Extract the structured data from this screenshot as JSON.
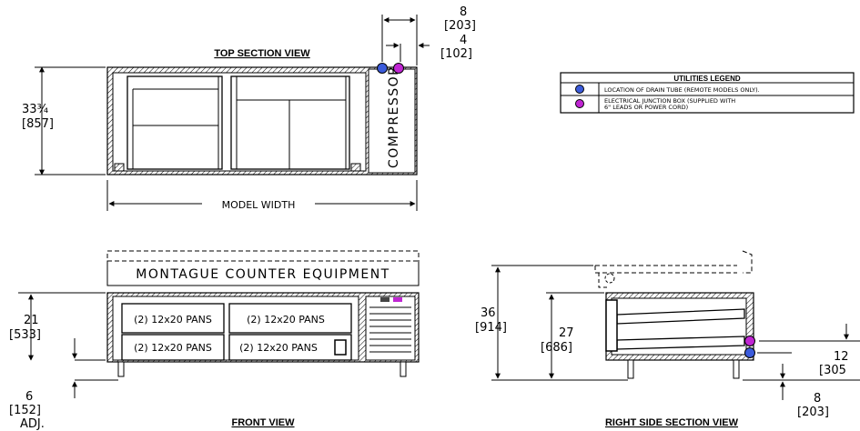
{
  "top_view": {
    "title": "TOP SECTION VIEW",
    "compressor_label": "COMPRESSOR",
    "model_width_label": "MODEL WIDTH",
    "depth_in": "33¾",
    "depth_mm": "[857]",
    "offset_a_in": "8",
    "offset_a_mm": "[203]",
    "offset_b_in": "4",
    "offset_b_mm": "[102]"
  },
  "legend": {
    "title": "UTILITIES LEGEND",
    "items": [
      {
        "icon": "drain-tube-icon",
        "text": "LOCATION OF DRAIN TUBE (REMOTE MODELS ONLY).",
        "color": "#3b5bdb"
      },
      {
        "icon": "junction-box-icon",
        "text_line1": "ELECTRICAL JUNCTION BOX (SUPPLIED WITH",
        "text_line2": "6\" LEADS OR POWER CORD)",
        "color": "#c026d3"
      }
    ]
  },
  "front_view": {
    "title": "FRONT VIEW",
    "top_label": "MONTAGUE COUNTER EQUIPMENT",
    "drawers": [
      "(2) 12x20 PANS",
      "(2) 12x20 PANS",
      "(2) 12x20 PANS",
      "(2) 12x20 PANS"
    ],
    "height_in": "21",
    "height_mm": "[533]",
    "leg_in": "6",
    "leg_mm": "[152]",
    "leg_note": "ADJ."
  },
  "side_view": {
    "title": "RIGHT SIDE SECTION VIEW",
    "overall_in": "36",
    "overall_mm": "[914]",
    "body_in": "27",
    "body_mm": "[686]",
    "r1_in": "12",
    "r1_mm": "[305",
    "r2_in": "8",
    "r2_mm": "[203]"
  }
}
